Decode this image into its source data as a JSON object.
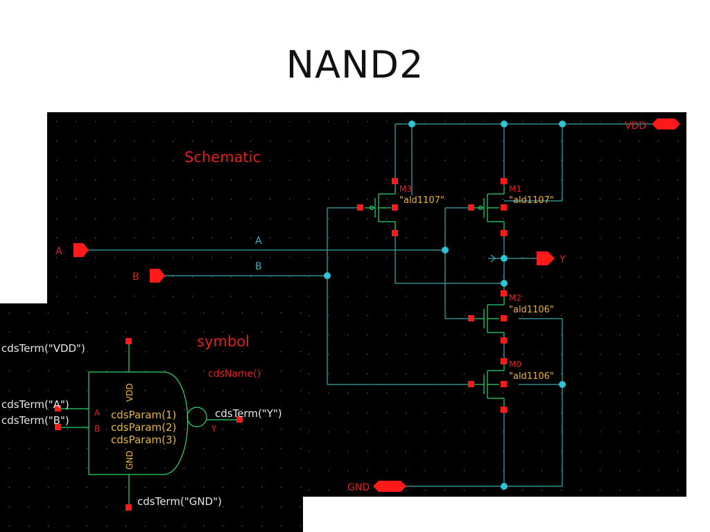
{
  "title": "NAND2",
  "schematic": {
    "heading": "Schematic",
    "pins": {
      "vdd": "VDD",
      "gnd": "GND",
      "a": "A",
      "b": "B",
      "y": "Y"
    },
    "wire_labels": {
      "a": "A",
      "b": "B"
    },
    "transistors": [
      {
        "name": "M3",
        "model": "\"ald1107\""
      },
      {
        "name": "M1",
        "model": "\"ald1107\""
      },
      {
        "name": "M2",
        "model": "\"ald1106\""
      },
      {
        "name": "M0",
        "model": "\"ald1106\""
      }
    ]
  },
  "symbol": {
    "heading": "symbol",
    "name_label": "cdsName()",
    "terms": {
      "vdd": "cdsTerm(\"VDD\")",
      "a": "cdsTerm(\"A\")",
      "b": "cdsTerm(\"B\")",
      "y": "cdsTerm(\"Y\")",
      "gnd": "cdsTerm(\"GND\")"
    },
    "pin_labels": {
      "vdd": "VDD",
      "gnd": "GND",
      "a": "A",
      "b": "B",
      "y": "Y"
    },
    "params": [
      "cdsParam(1)",
      "cdsParam(2)",
      "cdsParam(3)"
    ]
  },
  "colors": {
    "background": "#000000",
    "wire": "#3fa9b0",
    "node": "#2ec4d6",
    "pin": "#ff1a1a",
    "device": "#2bd96b",
    "label_red": "#e02020",
    "label_cyan": "#38b0c0",
    "label_yellow": "#e8b43a",
    "label_white": "#e8e8e8"
  }
}
